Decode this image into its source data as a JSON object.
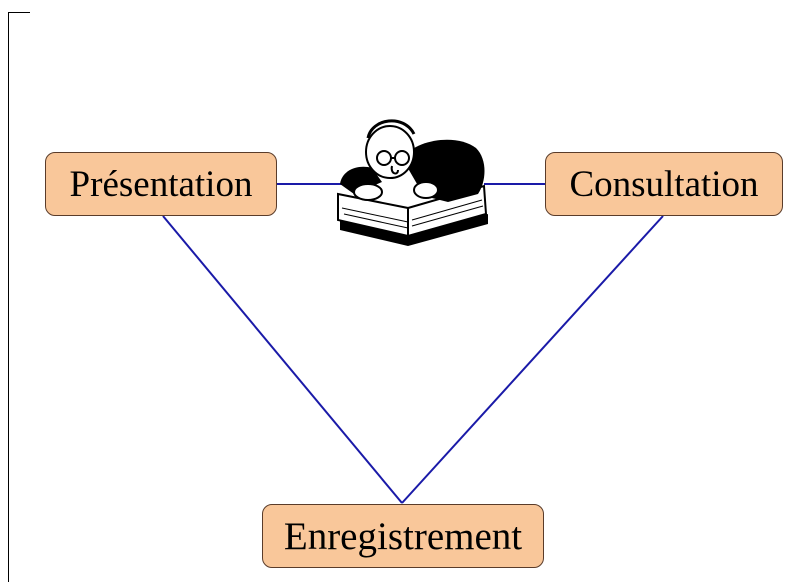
{
  "diagram": {
    "nodes": [
      {
        "id": "presentation",
        "label": "Présentation"
      },
      {
        "id": "consultation",
        "label": "Consultation"
      },
      {
        "id": "enregistrement",
        "label": "Enregistrement"
      }
    ],
    "edges": [
      {
        "from": "presentation",
        "to": "reader-clipart"
      },
      {
        "from": "reader-clipart",
        "to": "consultation"
      },
      {
        "from": "presentation",
        "to": "enregistrement"
      },
      {
        "from": "consultation",
        "to": "enregistrement"
      }
    ],
    "clipart": "person-reading-book-icon",
    "colors": {
      "node_fill": "#f9c79a",
      "node_border": "#5a3c2a",
      "edge": "#1a1aa8"
    }
  }
}
